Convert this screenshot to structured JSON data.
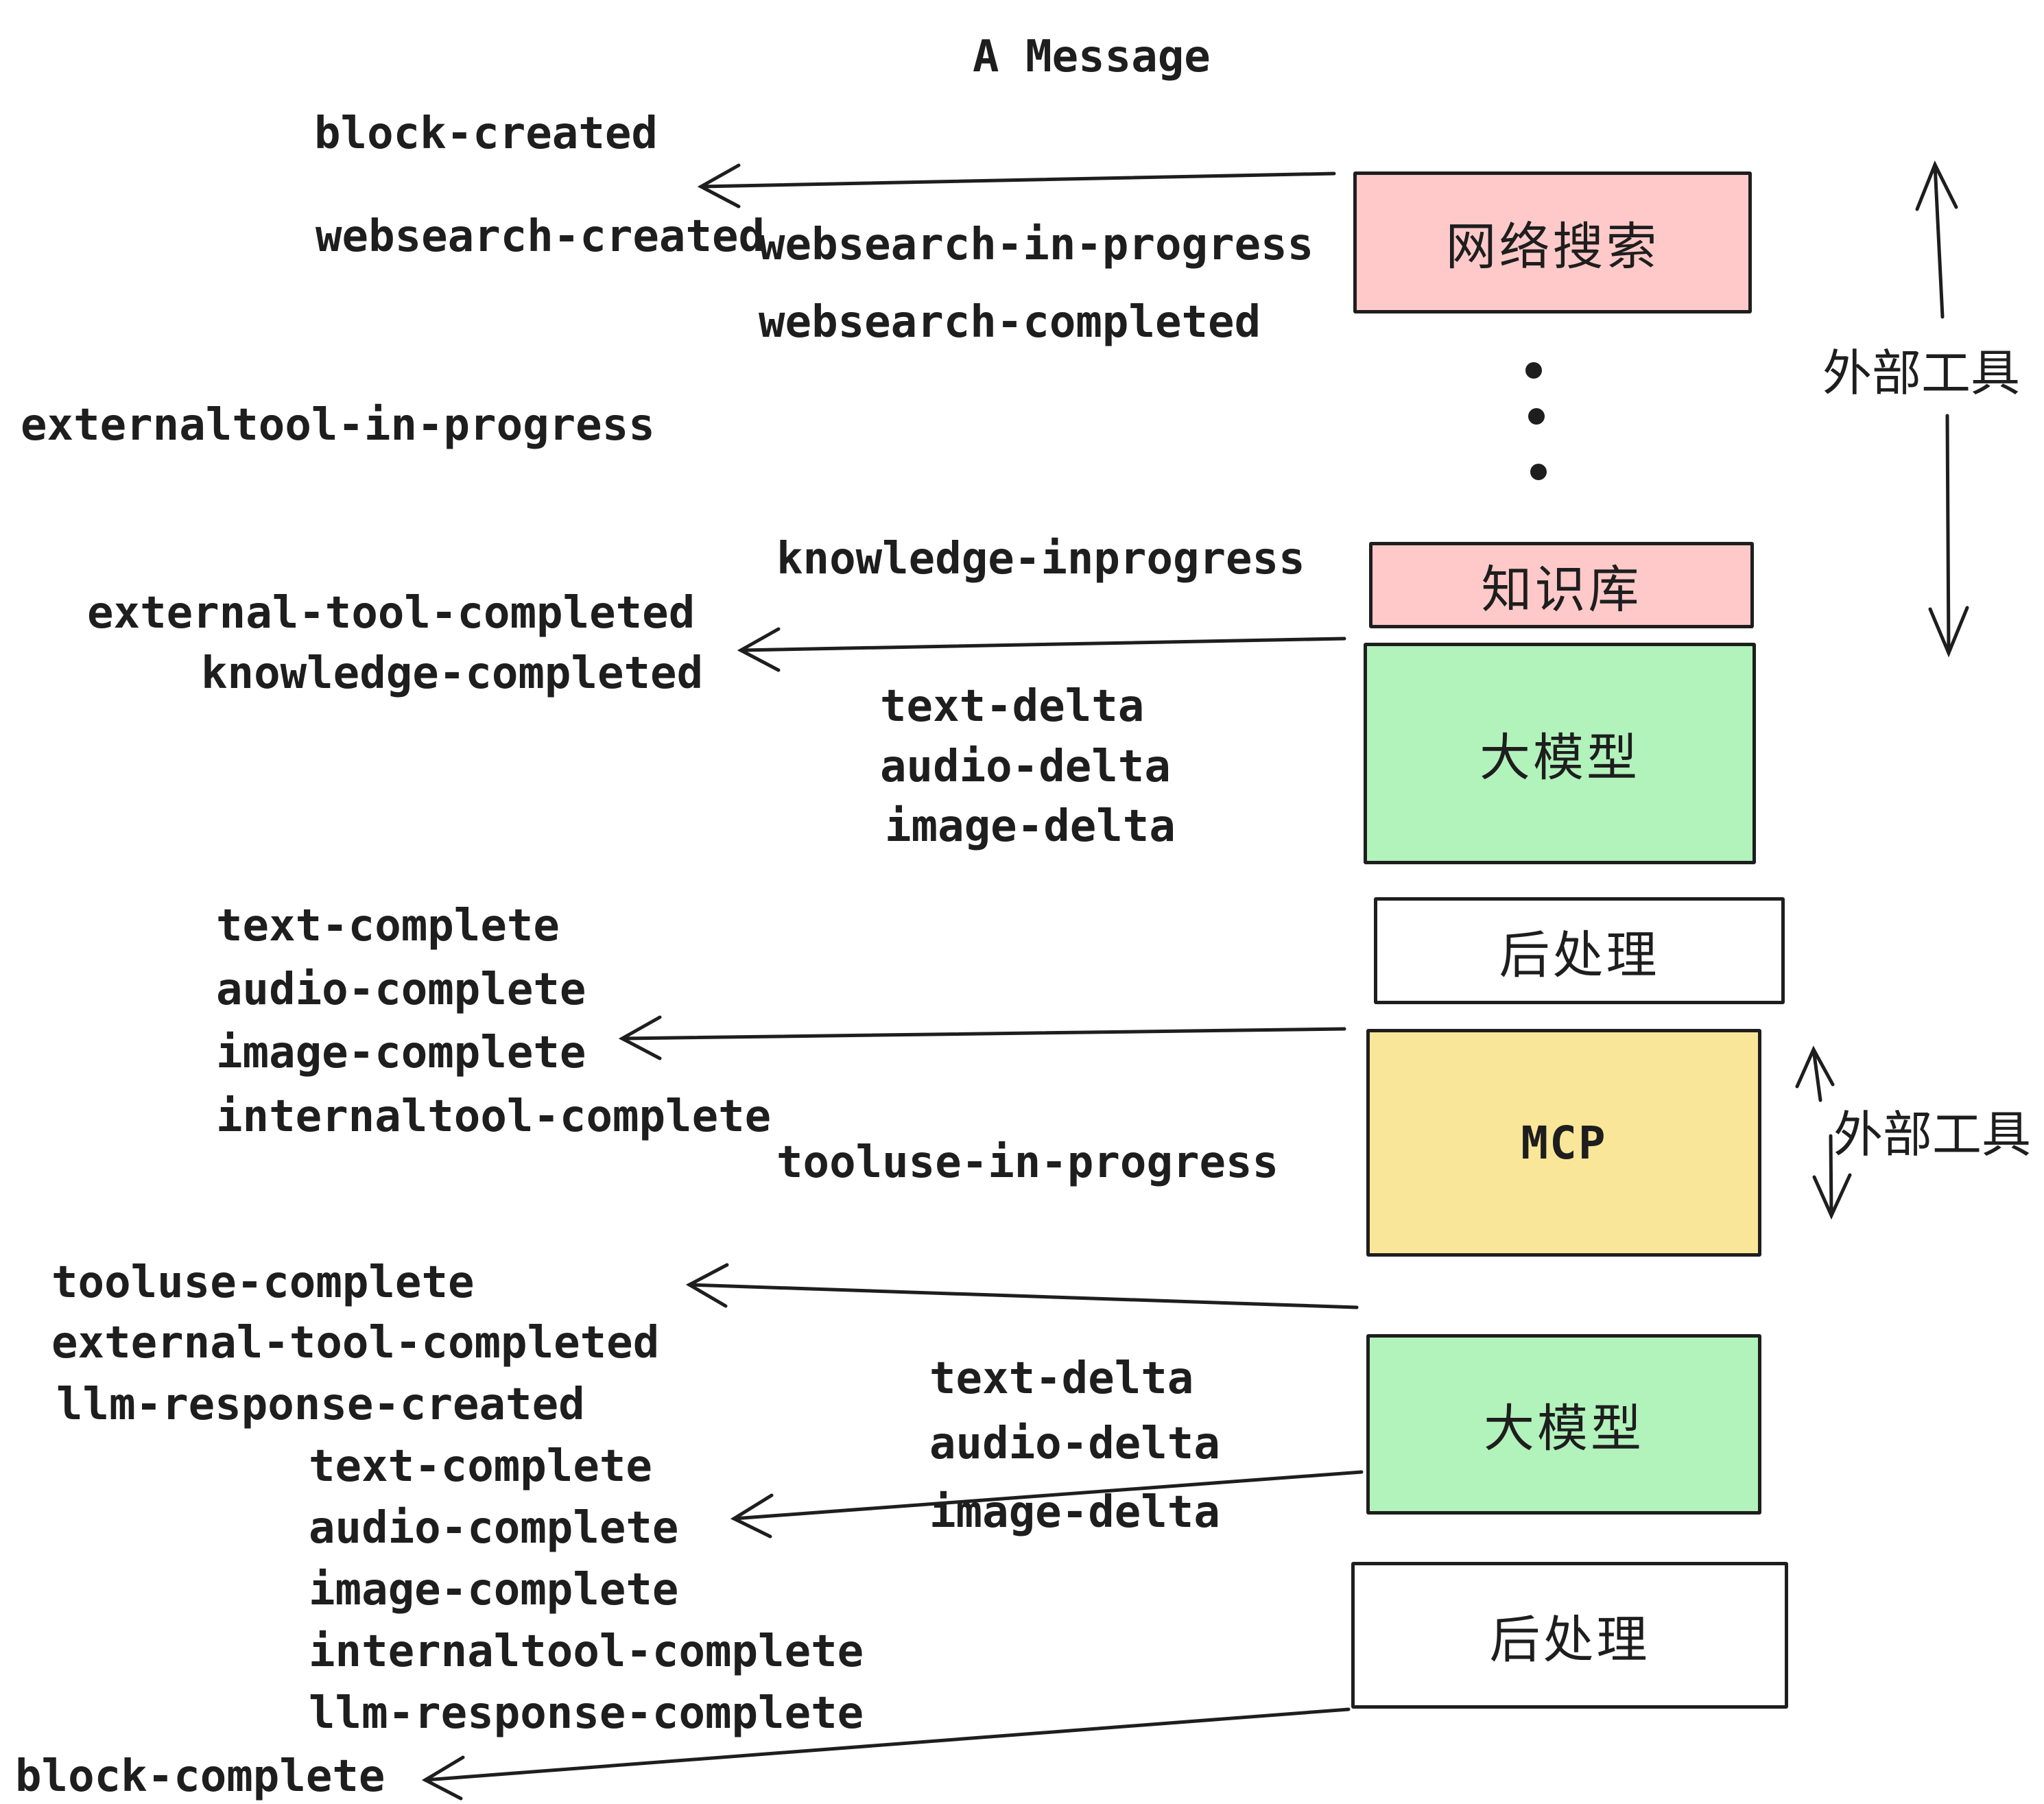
{
  "title": "A Message",
  "events": [
    "block-created",
    "websearch-created",
    "websearch-in-progress",
    "websearch-completed",
    "externaltool-in-progress",
    "knowledge-inprogress",
    "external-tool-completed",
    "knowledge-completed",
    "text-delta",
    "audio-delta",
    "image-delta",
    "text-complete",
    "audio-complete",
    "image-complete",
    "internaltool-complete",
    "tooluse-in-progress",
    "tooluse-complete",
    "external-tool-completed",
    "llm-response-created",
    "text-complete",
    "audio-complete",
    "image-complete",
    "internaltool-complete",
    "llm-response-complete",
    "block-complete",
    "text-delta",
    "audio-delta",
    "image-delta"
  ],
  "boxes": [
    {
      "label": "网络搜索",
      "color": "#ffc9c9"
    },
    {
      "label": "知识库",
      "color": "#ffc9c9"
    },
    {
      "label": "大模型",
      "color": "#b2f2bb"
    },
    {
      "label": "后处理",
      "color": "#ffffff"
    },
    {
      "label": "MCP",
      "color": "#fae699"
    },
    {
      "label": "大模型",
      "color": "#b2f2bb"
    },
    {
      "label": "后处理",
      "color": "#ffffff"
    }
  ],
  "annotations": [
    "外部工具",
    "外部工具"
  ],
  "colors": {
    "pink": "#ffc9c9",
    "green": "#b2f2bb",
    "yellow": "#fae699",
    "ink": "#1e1e1e",
    "background": "#ffffff"
  }
}
